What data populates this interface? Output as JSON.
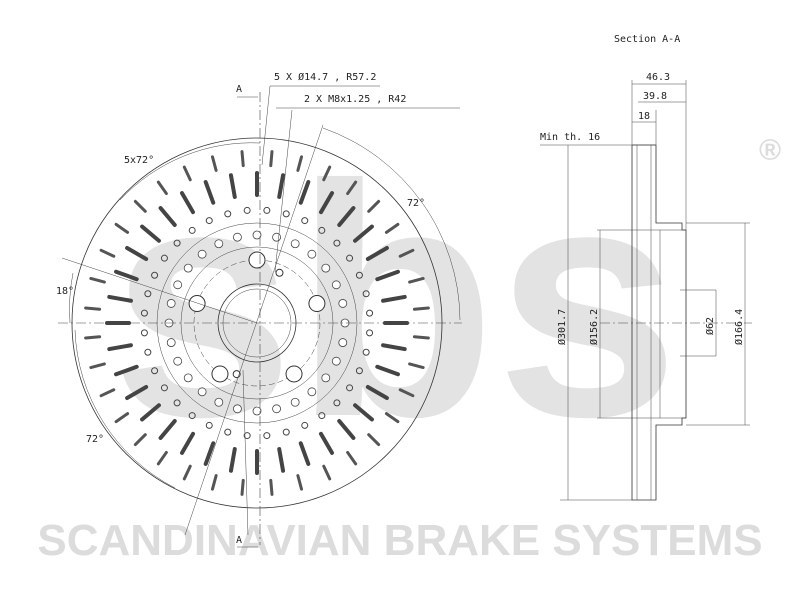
{
  "watermark": {
    "logo_text": "sbs",
    "registered_mark": "®",
    "brand_line": "SCANDINAVIAN BRAKE SYSTEMS"
  },
  "front_view": {
    "section_marker_top": "A",
    "section_marker_bottom": "A",
    "bolt_callout": "5 X Ø14.7 , R57.2",
    "thread_callout": "2 X M8x1.25 , R42",
    "angle_5x72": "5x72°",
    "angle_72_right": "72°",
    "angle_18": "18°",
    "angle_72_bottom": "72°"
  },
  "section_view": {
    "title": "Section A-A",
    "dim_463": "46.3",
    "dim_398": "39.8",
    "dim_18": "18",
    "min_thickness": "Min th. 16",
    "dia_3017": "Ø301.7",
    "dia_1562": "Ø156.2",
    "dia_62": "Ø62",
    "dia_1664": "Ø166.4"
  }
}
